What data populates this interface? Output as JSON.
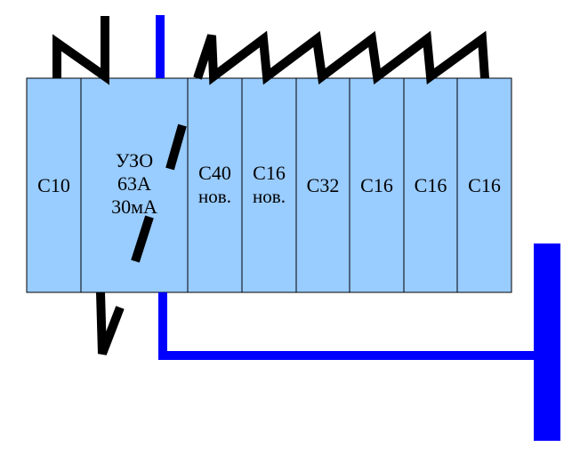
{
  "colors": {
    "module_fill": "#99ccff",
    "module_stroke": "#000000",
    "phase_wire": "#000000",
    "neutral_wire": "#0000ff",
    "ground_bar": "#0000ff",
    "background": "#ffffff"
  },
  "modules": [
    {
      "id": "c10",
      "lines": [
        "C10"
      ]
    },
    {
      "id": "rcd",
      "lines": [
        "УЗО",
        "63А",
        "30мА"
      ]
    },
    {
      "id": "c40",
      "lines": [
        "C40",
        "нов."
      ]
    },
    {
      "id": "c16a",
      "lines": [
        "C16",
        "нов."
      ]
    },
    {
      "id": "c32",
      "lines": [
        "C32"
      ]
    },
    {
      "id": "c16b",
      "lines": [
        "C16"
      ]
    },
    {
      "id": "c16c",
      "lines": [
        "C16"
      ]
    },
    {
      "id": "c16d",
      "lines": [
        "C16"
      ]
    }
  ]
}
